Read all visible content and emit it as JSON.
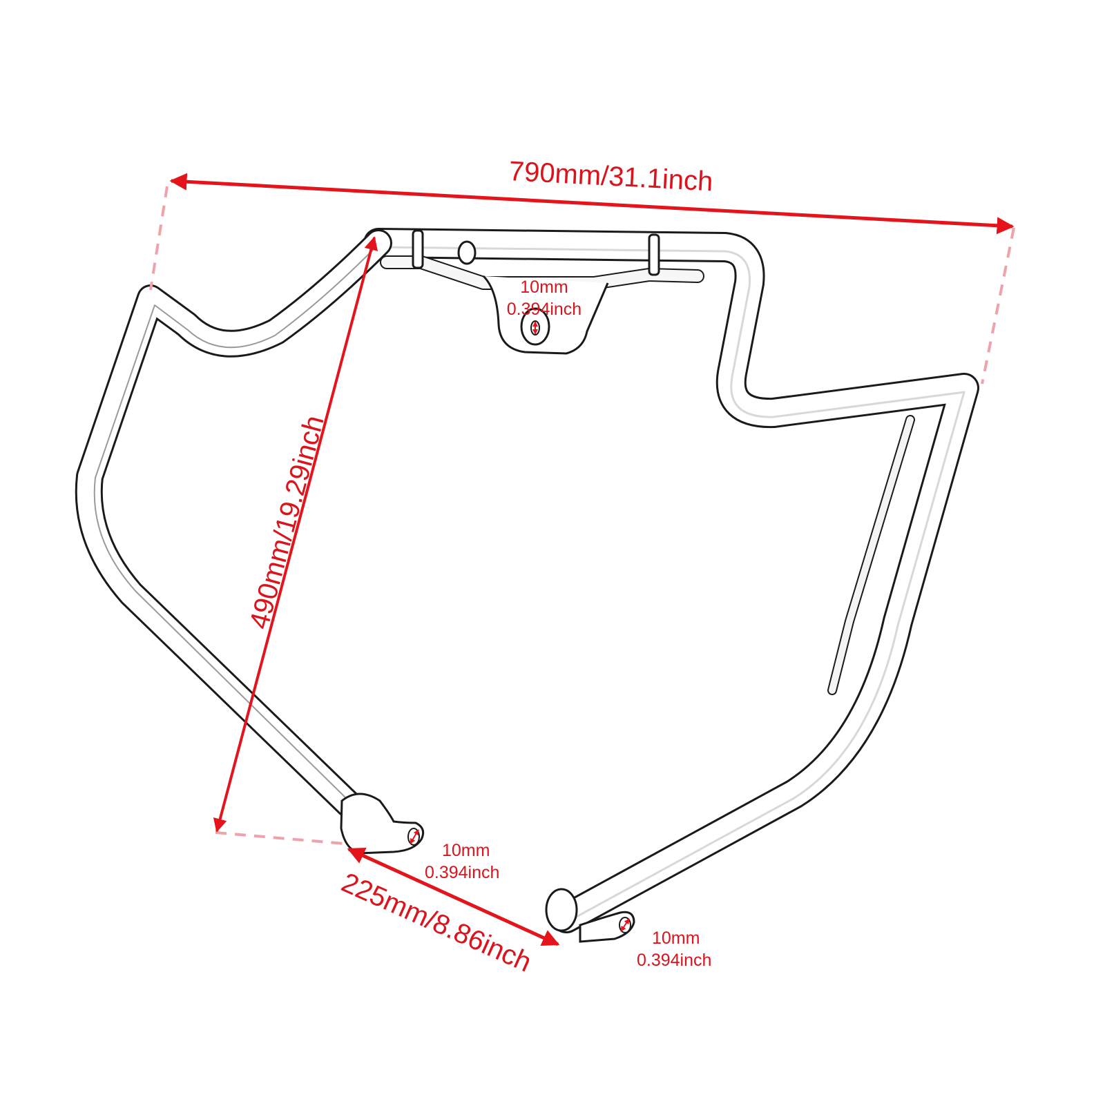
{
  "diagram": {
    "subject": "motorcycle engine guard crash bar",
    "style": "chrome line drawing with red dimension annotations",
    "colors": {
      "dimension_red": "#e3141b",
      "label_red": "#d9141c",
      "extension_line_pink": "#eea3ab",
      "outline": "#1a1a1a",
      "tube_fill": "#ffffff",
      "background": "#ffffff"
    }
  },
  "dimensions": {
    "overall_width": {
      "label": "790mm/31.1inch",
      "mm": 790,
      "inch": 31.1
    },
    "height": {
      "label": "490mm/19.29inch",
      "mm": 490,
      "inch": 19.29
    },
    "foot_spacing": {
      "label": "225mm/8.86inch",
      "mm": 225,
      "inch": 8.86
    }
  },
  "mount_holes": [
    {
      "position": "top-center-bracket",
      "mm_label": "10mm",
      "inch_label": "0.394inch"
    },
    {
      "position": "left-foot",
      "mm_label": "10mm",
      "inch_label": "0.394inch"
    },
    {
      "position": "right-foot",
      "mm_label": "10mm",
      "inch_label": "0.394inch"
    }
  ]
}
